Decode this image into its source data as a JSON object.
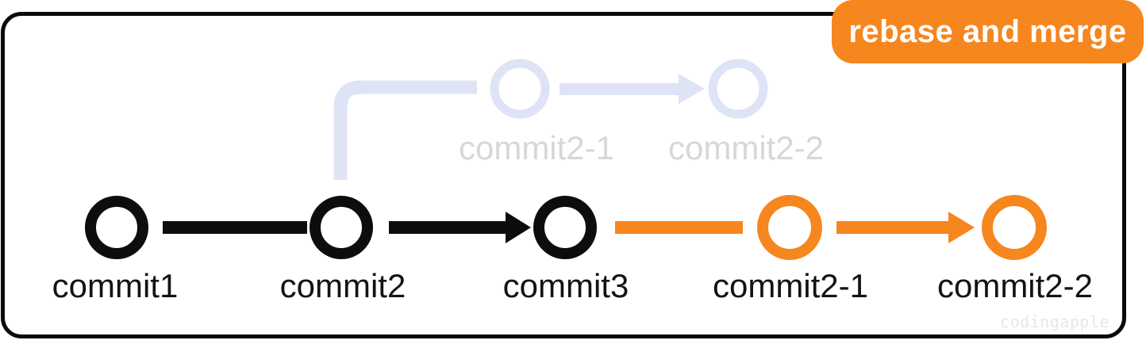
{
  "badge": {
    "label": "rebase and merge"
  },
  "watermark": "codingapple",
  "colors": {
    "accent_orange": "#f6861e",
    "node_black": "#0d0d0d",
    "faded_branch_blue": "#dee4f5",
    "faded_label_gray": "#d7d7d7",
    "watermark_gray": "#e7e7e7",
    "card_border_black": "#0a0a0a",
    "card_background": "#ffffff"
  },
  "main_branch": {
    "commits": [
      {
        "label": "commit1",
        "color": "black"
      },
      {
        "label": "commit2",
        "color": "black"
      },
      {
        "label": "commit3",
        "color": "black"
      },
      {
        "label": "commit2-1",
        "color": "orange"
      },
      {
        "label": "commit2-2",
        "color": "orange"
      }
    ]
  },
  "faded_branch": {
    "commits": [
      {
        "label": "commit2-1"
      },
      {
        "label": "commit2-2"
      }
    ]
  }
}
